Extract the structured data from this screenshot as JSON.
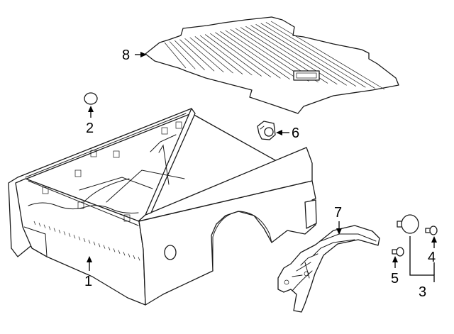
{
  "callouts": [
    {
      "id": "1",
      "label": "1"
    },
    {
      "id": "2",
      "label": "2"
    },
    {
      "id": "3",
      "label": "3"
    },
    {
      "id": "4",
      "label": "4"
    },
    {
      "id": "5",
      "label": "5"
    },
    {
      "id": "6",
      "label": "6"
    },
    {
      "id": "7",
      "label": "7"
    },
    {
      "id": "8",
      "label": "8"
    }
  ],
  "parts": [
    {
      "callout": "1",
      "icon": "pickup-box-icon"
    },
    {
      "callout": "2",
      "icon": "plug-icon"
    },
    {
      "callout": "3",
      "icon": "bolt-group-icon"
    },
    {
      "callout": "4",
      "icon": "bolt-icon"
    },
    {
      "callout": "5",
      "icon": "bolt-icon"
    },
    {
      "callout": "6",
      "icon": "tie-down-icon"
    },
    {
      "callout": "7",
      "icon": "wheelhouse-liner-icon"
    },
    {
      "callout": "8",
      "icon": "bed-mat-icon"
    }
  ]
}
